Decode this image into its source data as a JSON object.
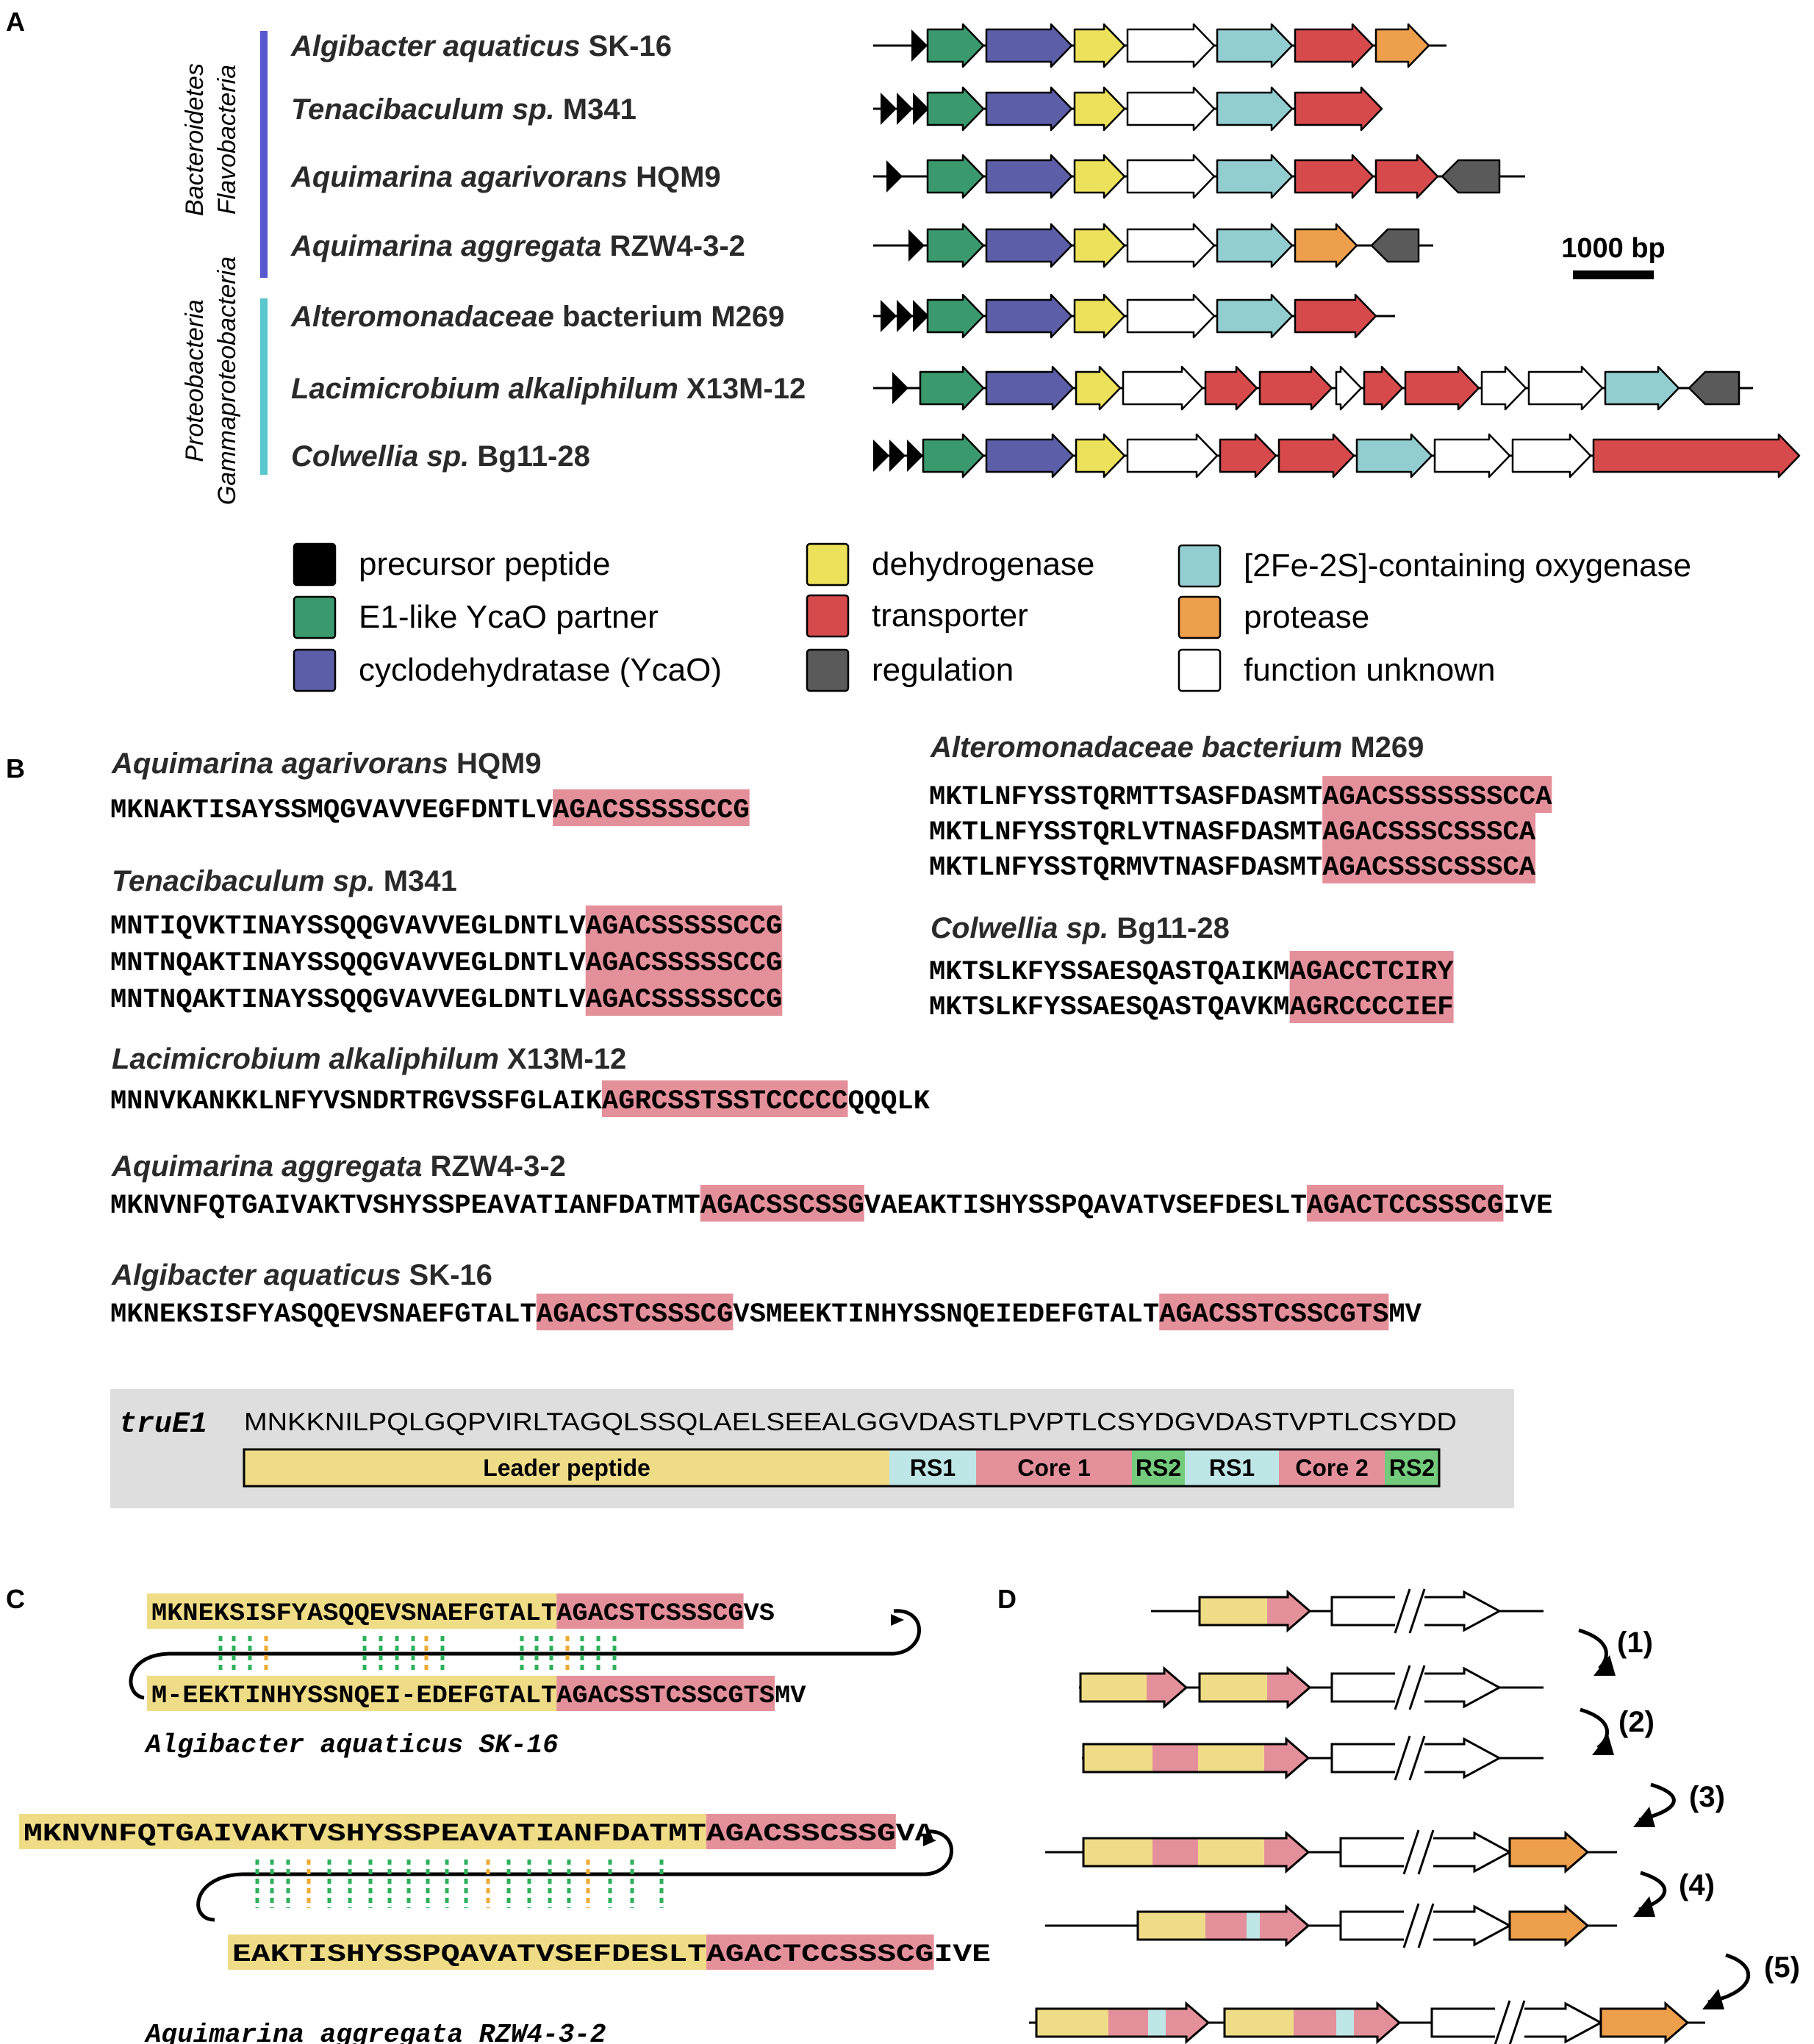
{
  "colors": {
    "precursor": "#000000",
    "e1": "#3a9a6e",
    "ycao": "#5d5ea8",
    "dehydro": "#ece15a",
    "transporter": "#d64a4c",
    "regulation": "#5a5a5a",
    "oxygenase": "#92cdd0",
    "protease": "#ee9f4c",
    "unknown": "#ffffff",
    "bacteroidetes_bar": "#5757cf",
    "proteo_bar": "#5ac6ce",
    "core_highlight": "#e4909b",
    "leader_highlight": "#efdc87",
    "rs1": "#bfe6e6",
    "core": "#e4909b",
    "rs2": "#74cb7d",
    "leader": "#efdc87",
    "truE1_box": "#dedede",
    "pair_green": "#2db05a",
    "pair_orange": "#efaa30"
  },
  "panels": {
    "A": "A",
    "B": "B",
    "C": "C",
    "D": "D"
  },
  "panelA": {
    "phylum_top": "Bacteroidetes",
    "class_top": "Flavobacteria",
    "phylum_bottom": "Proteobacteria",
    "class_bottom": "Gammaproteobacteria",
    "scale_label": "1000 bp",
    "strains": [
      {
        "genus": "Algibacter aquaticus",
        "strain": "SK-16"
      },
      {
        "genus": "Tenacibaculum sp.",
        "strain": "M341"
      },
      {
        "genus": "Aquimarina agarivorans",
        "strain": "HQM9"
      },
      {
        "genus": "Aquimarina aggregata",
        "strain": "RZW4-3-2"
      },
      {
        "genus": "Alteromonadaceae",
        "strain": "bacterium M269"
      },
      {
        "genus": "Lacimicrobium alkaliphilum",
        "strain": "X13M-12"
      },
      {
        "genus": "Colwellia sp.",
        "strain": "Bg11-28"
      }
    ],
    "legend": [
      {
        "label": "precursor peptide",
        "color": "precursor"
      },
      {
        "label": "E1-like YcaO partner",
        "color": "e1"
      },
      {
        "label": "cyclodehydratase (YcaO)",
        "color": "ycao"
      },
      {
        "label": "dehydrogenase",
        "color": "dehydro"
      },
      {
        "label": "transporter",
        "color": "transporter"
      },
      {
        "label": "regulation",
        "color": "regulation"
      },
      {
        "label": "[2Fe-2S]-containing oxygenase",
        "color": "oxygenase"
      },
      {
        "label": "protease",
        "color": "protease"
      },
      {
        "label": "function unknown",
        "color": "unknown"
      }
    ]
  },
  "panelB": {
    "blocks": [
      {
        "genus": "Aquimarina agarivorans",
        "strain": "HQM9",
        "seqs": [
          {
            "pre": "MKNAKTISAYSSMQGVAVVEGFDNTLV",
            "core": "AGACSSSSSCCG",
            "post": ""
          }
        ]
      },
      {
        "genus": "Tenacibaculum sp.",
        "strain": "M341",
        "seqs": [
          {
            "pre": "MNTIQVKTINAYSSQQGVAVVEGLDNTLV",
            "core": "AGACSSSSSCCG",
            "post": ""
          },
          {
            "pre": "MNTNQAKTINAYSSQQGVAVVEGLDNTLV",
            "core": "AGACSSSSSCCG",
            "post": ""
          },
          {
            "pre": "MNTNQAKTINAYSSQQGVAVVEGLDNTLV",
            "core": "AGACSSSSSCCG",
            "post": ""
          }
        ]
      },
      {
        "genus": "Lacimicrobium alkaliphilum",
        "strain": "X13M-12",
        "seqs": [
          {
            "pre": "MNNVKANKKLNFYVSNDRTRGVSSFGLAIK",
            "core": "AGRCSSTSSTCCCCC",
            "post": "QQQLK"
          }
        ]
      },
      {
        "genus": "Aquimarina aggregata",
        "strain": "RZW4-3-2",
        "seqs": [
          {
            "pre": "MKNVNFQTGAIVAKTVSHYSSPEAVATIANFDATMT",
            "core": "AGACSSCSSG",
            "mid": "VAEAKTISHYSSPQAVATVSEFDESLT",
            "core2": "AGACTCCSSSCG",
            "post": "IVE"
          }
        ]
      },
      {
        "genus": "Algibacter aquaticus",
        "strain": "SK-16",
        "seqs": [
          {
            "pre": "MKNEKSISFYASQQEVSNAEFGTALT",
            "core": "AGACSTCSSSCG",
            "mid": "VSMEEKTINHYSSNQEIEDEFGTALT",
            "core2": "AGACSSTCSSCGTS",
            "post": "MV"
          }
        ]
      },
      {
        "genus": "Alteromonadaceae bacterium",
        "strain": "M269",
        "seqs": [
          {
            "pre": "MKTLNFYSSTQRMTTSASFDASMT",
            "core": "AGACSSSSSSSCCA",
            "post": ""
          },
          {
            "pre": "MKTLNFYSSTQRLVTNASFDASMT",
            "core": "AGACSSSCSSSCA",
            "post": ""
          },
          {
            "pre": "MKTLNFYSSTQRMVTNASFDASMT",
            "core": "AGACSSSCSSSCA",
            "post": ""
          }
        ]
      },
      {
        "genus": "Colwellia sp.",
        "strain": "Bg11-28",
        "seqs": [
          {
            "pre": "MKTSLKFYSSAESQASTQAIKM",
            "core": "AGACCTCIRY",
            "post": ""
          },
          {
            "pre": "MKTSLKFYSSAESQASTQAVKM",
            "core": "AGRCCCCIEF",
            "post": ""
          }
        ]
      }
    ],
    "true1": {
      "name": "truE1",
      "sequence": "MNKKNILPQLGQPVIRLTAGQLSSQLAELSEEALGGVDASTLPVPTLCSYDGVDASTVPTLCSYDD",
      "segments": [
        "Leader peptide",
        "RS1",
        "Core 1",
        "RS2",
        "RS1",
        "Core 2",
        "RS2"
      ]
    }
  },
  "panelC": {
    "examples": [
      {
        "top_leader": "MKNEKSISFYASQQEVSNAEFGTALT",
        "top_core": "AGACSTCSSSCG",
        "top_tail": "VS",
        "bottom_leader": "M-EEKTINHYSSNQEI-EDEFGTALT",
        "bottom_core": "AGACSSTCSSCGTS",
        "bottom_tail": "MV",
        "organism": "Algibacter aquaticus SK-16"
      },
      {
        "top_leader": "MKNVNFQTGAIVAKTVSHYSSPEAVATIANFDATMT",
        "top_core": "AGACSSCSSG",
        "top_tail": "VA",
        "bottom_leader": "EAKTISHYSSPQAVATVSEFDESLT",
        "bottom_core": "AGACTCCSSSCG",
        "bottom_tail": "IVE",
        "organism": "Aquimarina aggregata RZW4-3-2"
      }
    ]
  },
  "panelD": {
    "steps": [
      "(1)",
      "(2)",
      "(3)",
      "(4)",
      "(5)"
    ]
  }
}
